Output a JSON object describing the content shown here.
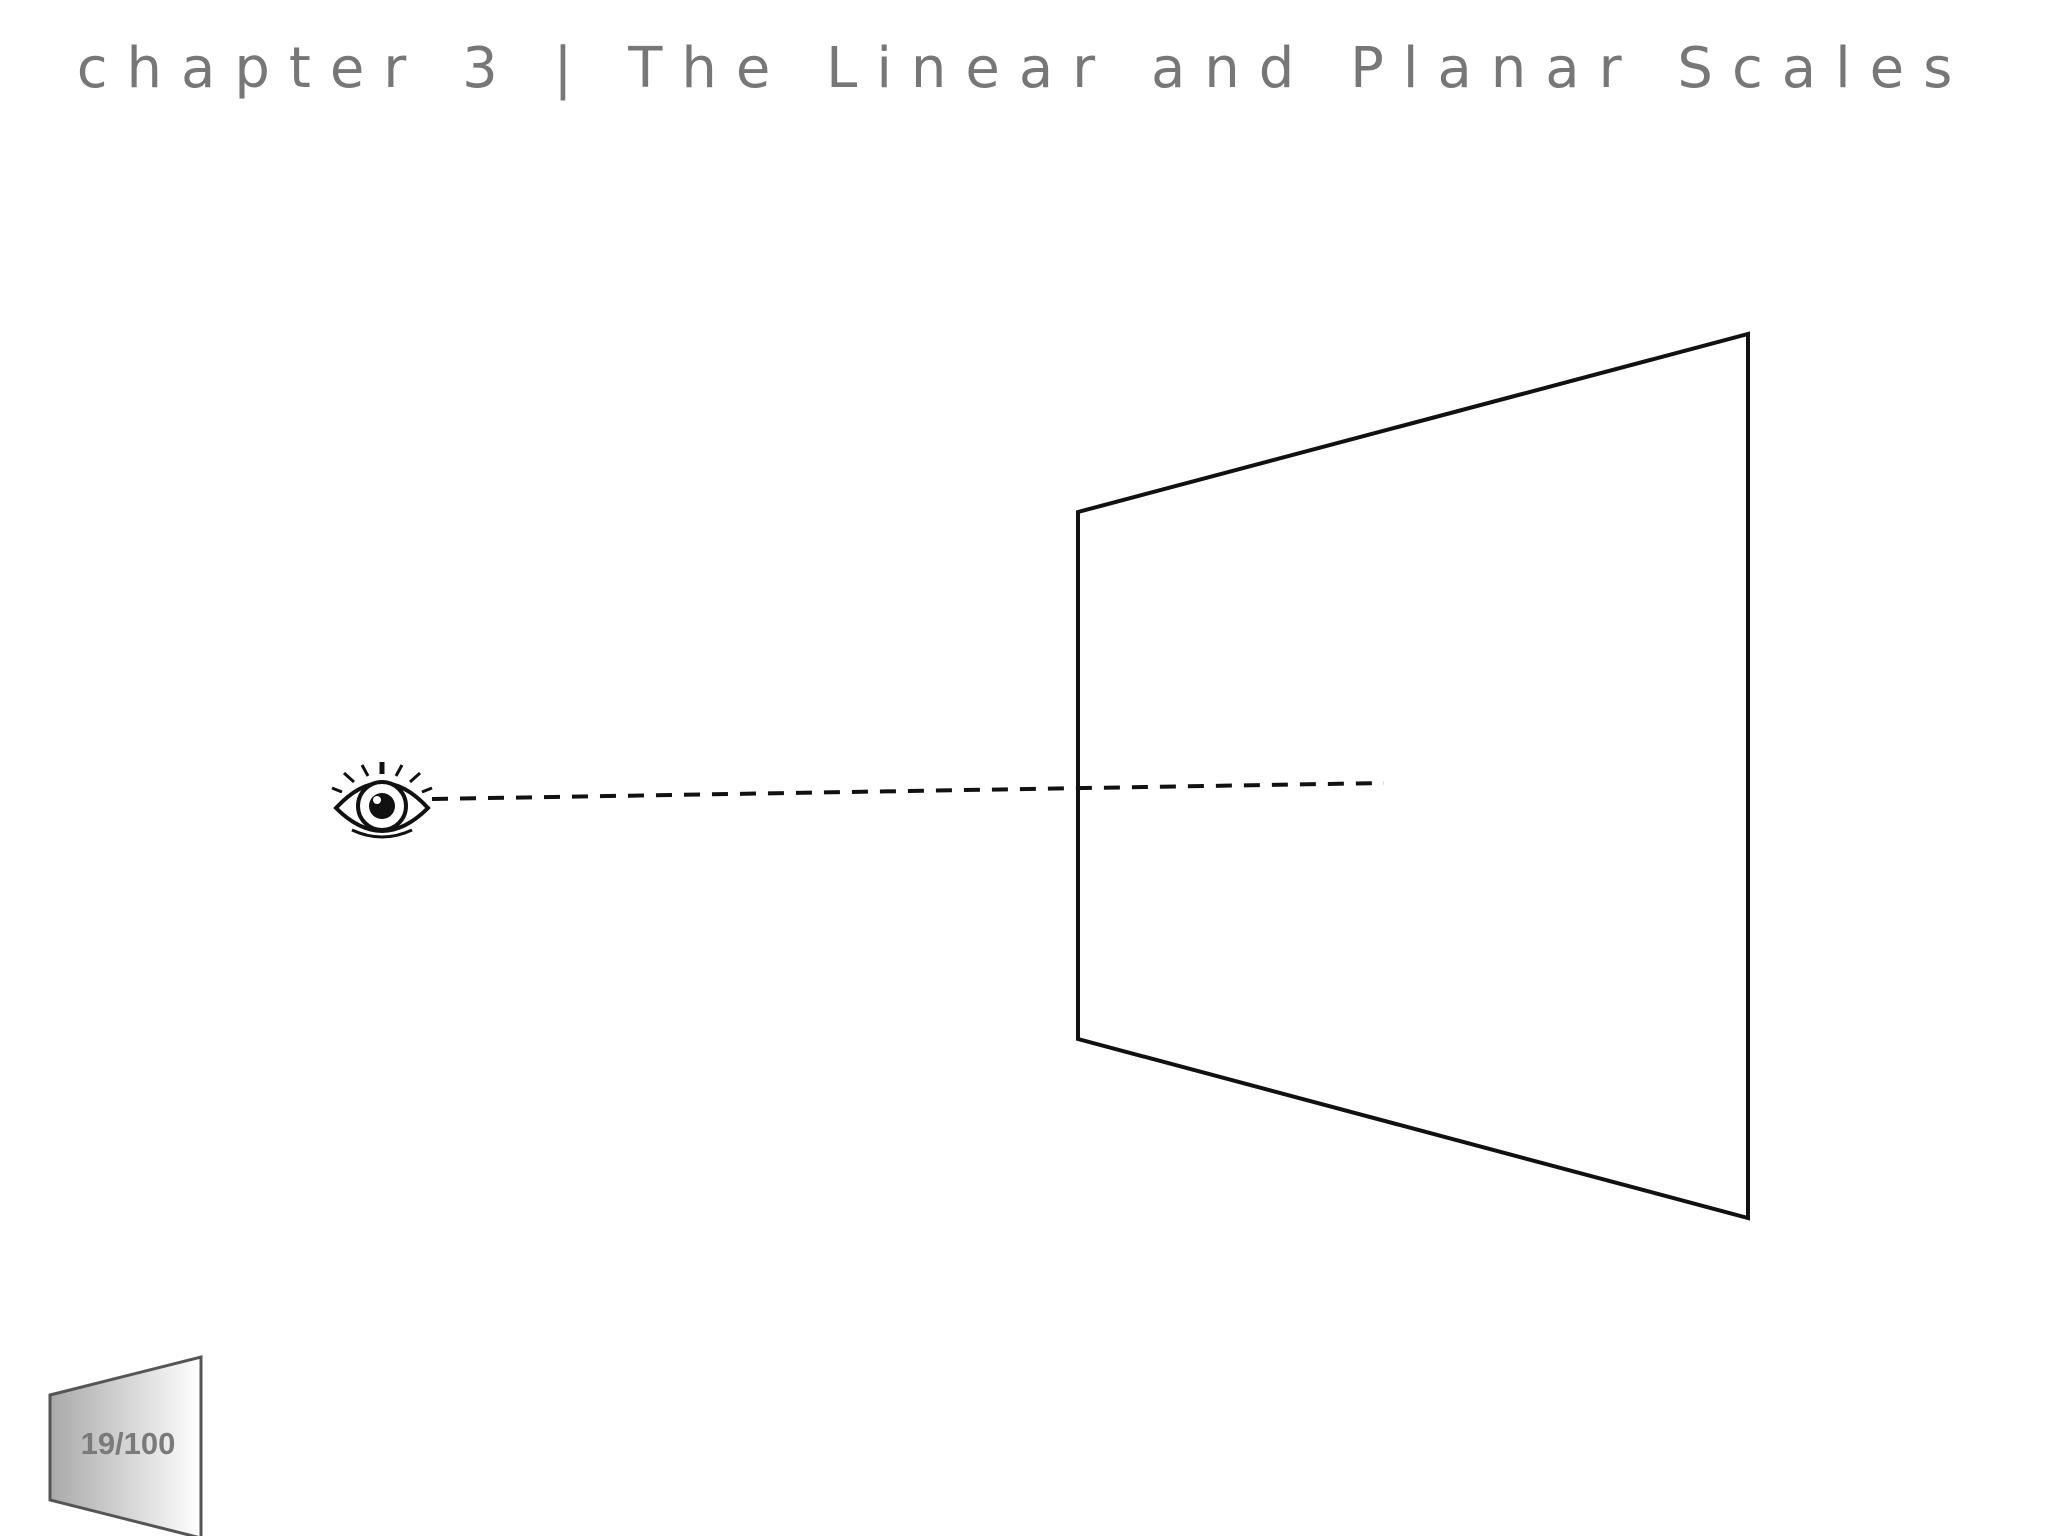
{
  "header": {
    "title": "chapter 3 | The Linear and Planar Scales"
  },
  "diagram": {
    "observer_icon": "eye-icon",
    "plane_label": "",
    "sight_line_style": "dashed"
  },
  "footer": {
    "page_indicator": "19/100"
  },
  "colors": {
    "title": "#777777",
    "lines": "#111111",
    "badge_text": "#7a7a7a"
  }
}
